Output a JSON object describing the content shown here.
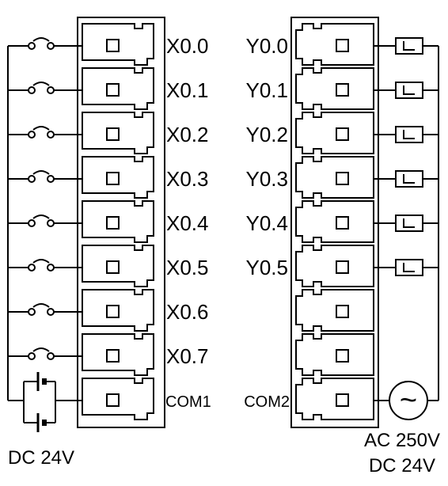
{
  "inputs": [
    "X0.0",
    "X0.1",
    "X0.2",
    "X0.3",
    "X0.4",
    "X0.5",
    "X0.6",
    "X0.7"
  ],
  "input_common": "COM1",
  "input_supply": "DC 24V",
  "outputs": [
    "Y0.0",
    "Y0.1",
    "Y0.2",
    "Y0.3",
    "Y0.4",
    "Y0.5"
  ],
  "output_common": "COM2",
  "output_supply_line1": "AC 250V",
  "output_supply_line2": "DC 24V",
  "ac_source_symbol": "~",
  "icons": {
    "input_switch": "switch-icon",
    "input_battery": "battery-icon",
    "output_load": "load-icon",
    "ac_source": "ac-source-icon"
  },
  "colors": {
    "line": "#000000",
    "background": "#ffffff"
  }
}
